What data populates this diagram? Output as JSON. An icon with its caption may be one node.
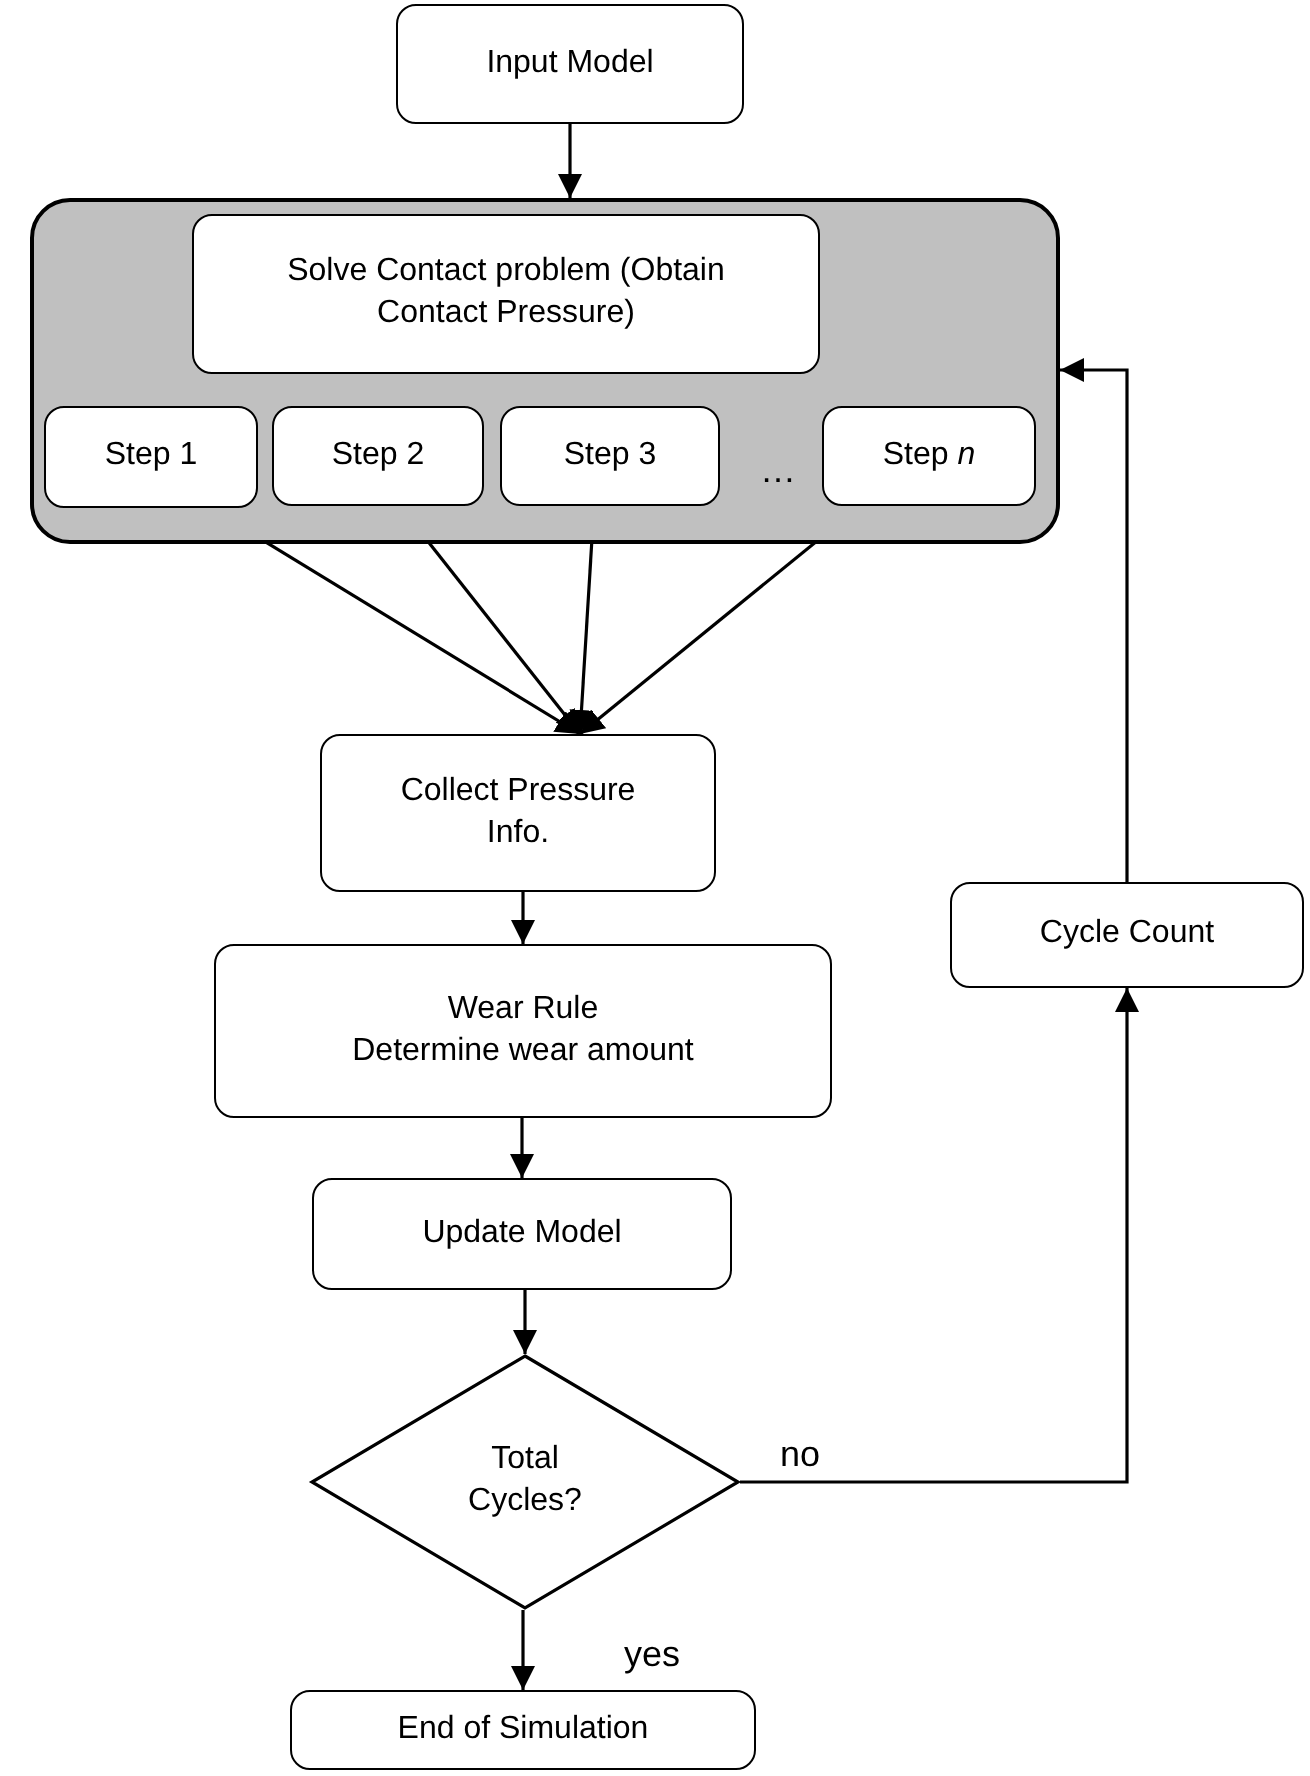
{
  "diagram": {
    "nodes": [
      {
        "text": [
          "Input Model"
        ]
      },
      {
        "text": [],
        "shape": "box"
      },
      {
        "text": [
          "Solve Contact problem (Obtain Contact Pressure)"
        ],
        "in": 1
      },
      {
        "text": [
          "Step 1"
        ],
        "in": 1
      },
      {
        "text": [
          "Step 2"
        ],
        "in": 1
      },
      {
        "text": [
          "Step 3"
        ],
        "in": 1
      },
      {
        "text": [
          "Step *n*"
        ],
        "in": 1
      },
      {
        "text": [
          "Collect Pressure Info."
        ]
      },
      {
        "text": [
          "Wear Rule",
          "Determine wear amount"
        ]
      },
      {
        "text": [
          "Update Model"
        ]
      },
      {
        "text": [
          "Total Cycles?"
        ]
      },
      {
        "text": [
          "End of Simulation"
        ]
      },
      {
        "text": [
          "Cycle Count"
        ]
      }
    ],
    "edges": [
      {
        "from": 0,
        "to": 1,
        "arrow": "to"
      },
      {
        "from": 3,
        "to": 7,
        "arrow": "to"
      },
      {
        "from": 4,
        "to": 7,
        "arrow": "to"
      },
      {
        "from": 5,
        "to": 7,
        "arrow": "to"
      },
      {
        "from": 6,
        "to": 7,
        "arrow": "to"
      },
      {
        "from": 7,
        "to": 8,
        "arrow": "to"
      },
      {
        "from": 8,
        "to": 9,
        "arrow": "to"
      },
      {
        "from": 9,
        "to": 10,
        "arrow": "to"
      },
      {
        "from": 10,
        "to": 11,
        "label": "yes",
        "arrow": "to"
      },
      {
        "from": 10,
        "to": 12,
        "label": "no",
        "arrow": "to"
      },
      {
        "from": 12,
        "to": 1,
        "arrow": "to"
      }
    ],
    "labels": [
      "…"
    ]
  }
}
